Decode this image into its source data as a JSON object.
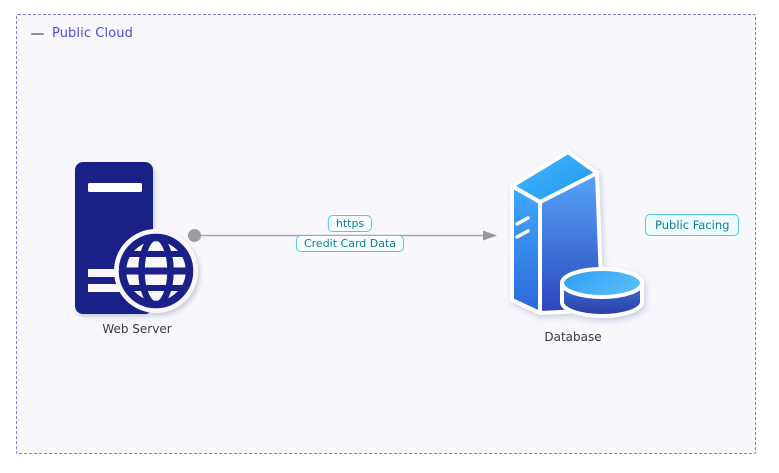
{
  "boundary": {
    "label": "Public Cloud"
  },
  "nodes": {
    "web_server": {
      "label": "Web Server",
      "icon": "web-server-icon"
    },
    "database": {
      "label": "Database",
      "icon": "database-icon"
    }
  },
  "flow": {
    "protocol_label": "https",
    "data_label": "Credit Card Data",
    "direction": "web-server-to-database"
  },
  "badge": {
    "label": "Public Facing"
  },
  "colors": {
    "boundary_border": "#7e7ee6",
    "boundary_fill": "#f7f7fc",
    "boundary_label": "#4a4fd4",
    "node_label": "#3c3c3c",
    "web_server_navy": "#192087",
    "connector_gray": "#9e9ea3",
    "flow_label_text": "#0b7f96",
    "flow_label_border": "#52c8de",
    "flow_label_bg": "#f6feff",
    "database_blue_light": "#41b3fc",
    "database_blue_dark": "#2b46bd"
  }
}
